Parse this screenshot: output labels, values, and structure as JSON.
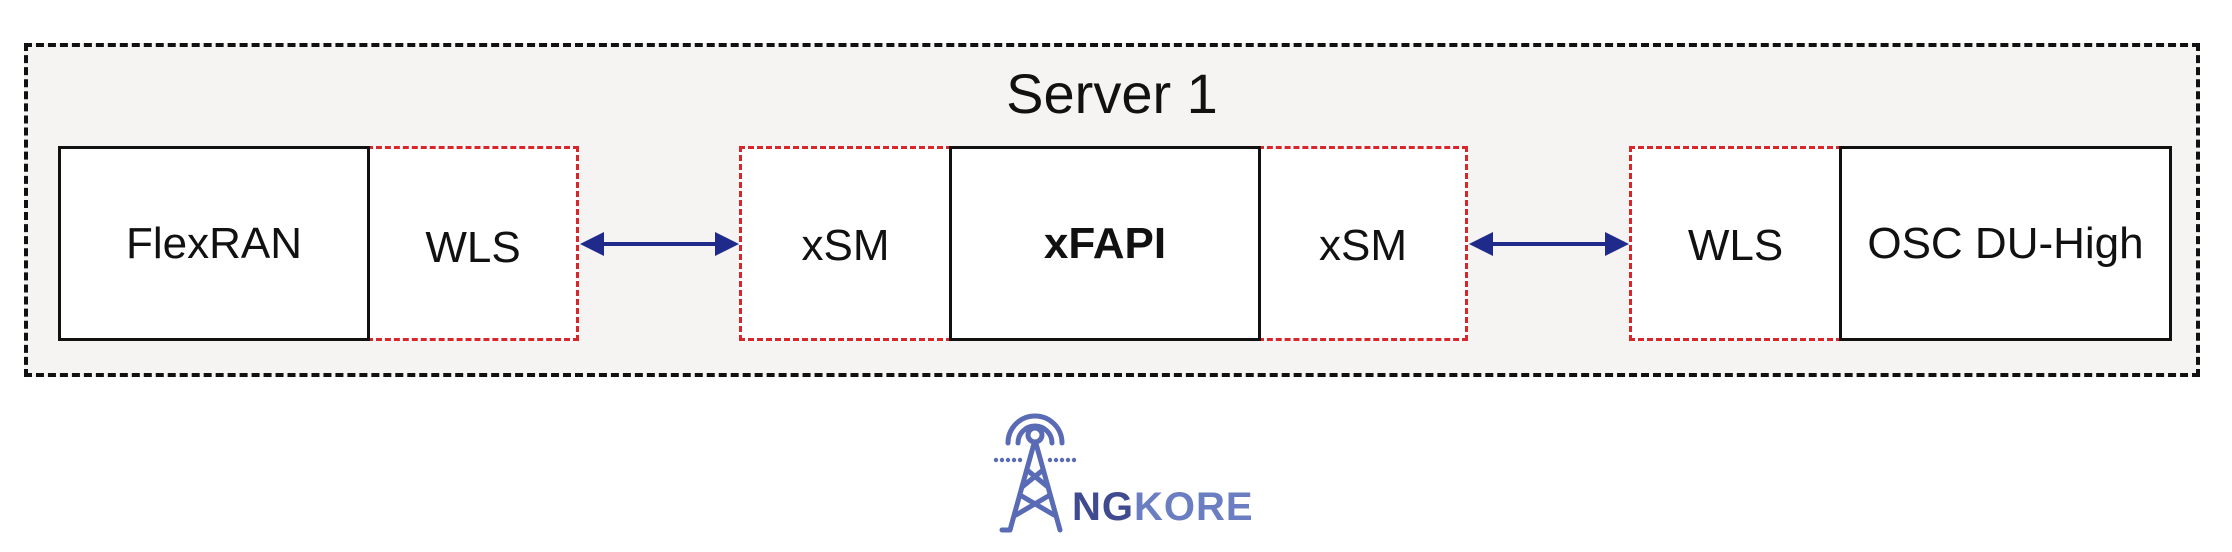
{
  "server": {
    "title": "Server 1"
  },
  "left": {
    "flexran": "FlexRAN",
    "wls": "WLS"
  },
  "center": {
    "xsm_left": "xSM",
    "xfapi": "xFAPI",
    "xsm_right": "xSM"
  },
  "right": {
    "wls": "WLS",
    "du_high": "OSC DU-High"
  },
  "logo": {
    "text_ng": "NG",
    "text_kore": "KORE",
    "icon": "radio-tower-icon"
  },
  "colors": {
    "arrow": "#1f2a8a",
    "dashed_border": "#d9262b",
    "server_bg": "#f5f4f3",
    "logo_dark": "#3f4a8f",
    "logo_light": "#6b7ec2"
  }
}
